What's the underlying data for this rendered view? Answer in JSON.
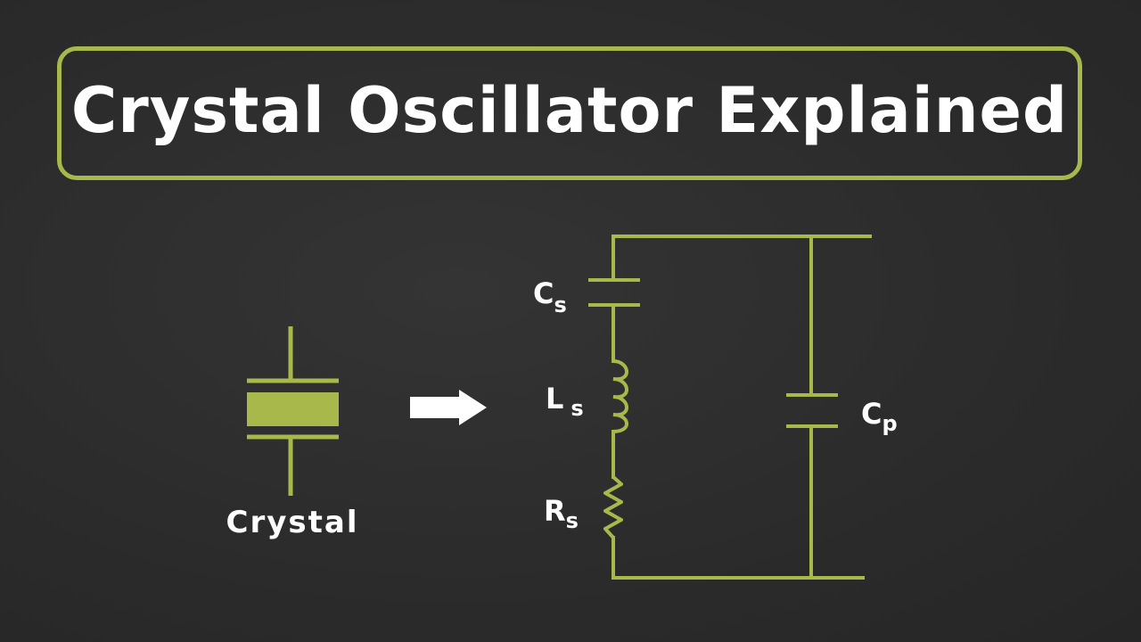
{
  "title": "Crystal Oscillator Explained",
  "colors": {
    "accent": "#a8b84b",
    "background": "#2e2e2e",
    "text": "#ffffff",
    "arrow": "#ffffff"
  },
  "crystal": {
    "label": "Crystal",
    "icon": "crystal-symbol-icon"
  },
  "arrow": {
    "icon": "right-arrow-icon"
  },
  "circuit": {
    "cs": {
      "main": "C",
      "sub": "s"
    },
    "ls": {
      "main": "L",
      "sub": "s"
    },
    "rs": {
      "main": "R",
      "sub": "s"
    },
    "cp": {
      "main": "C",
      "sub": "p"
    }
  }
}
